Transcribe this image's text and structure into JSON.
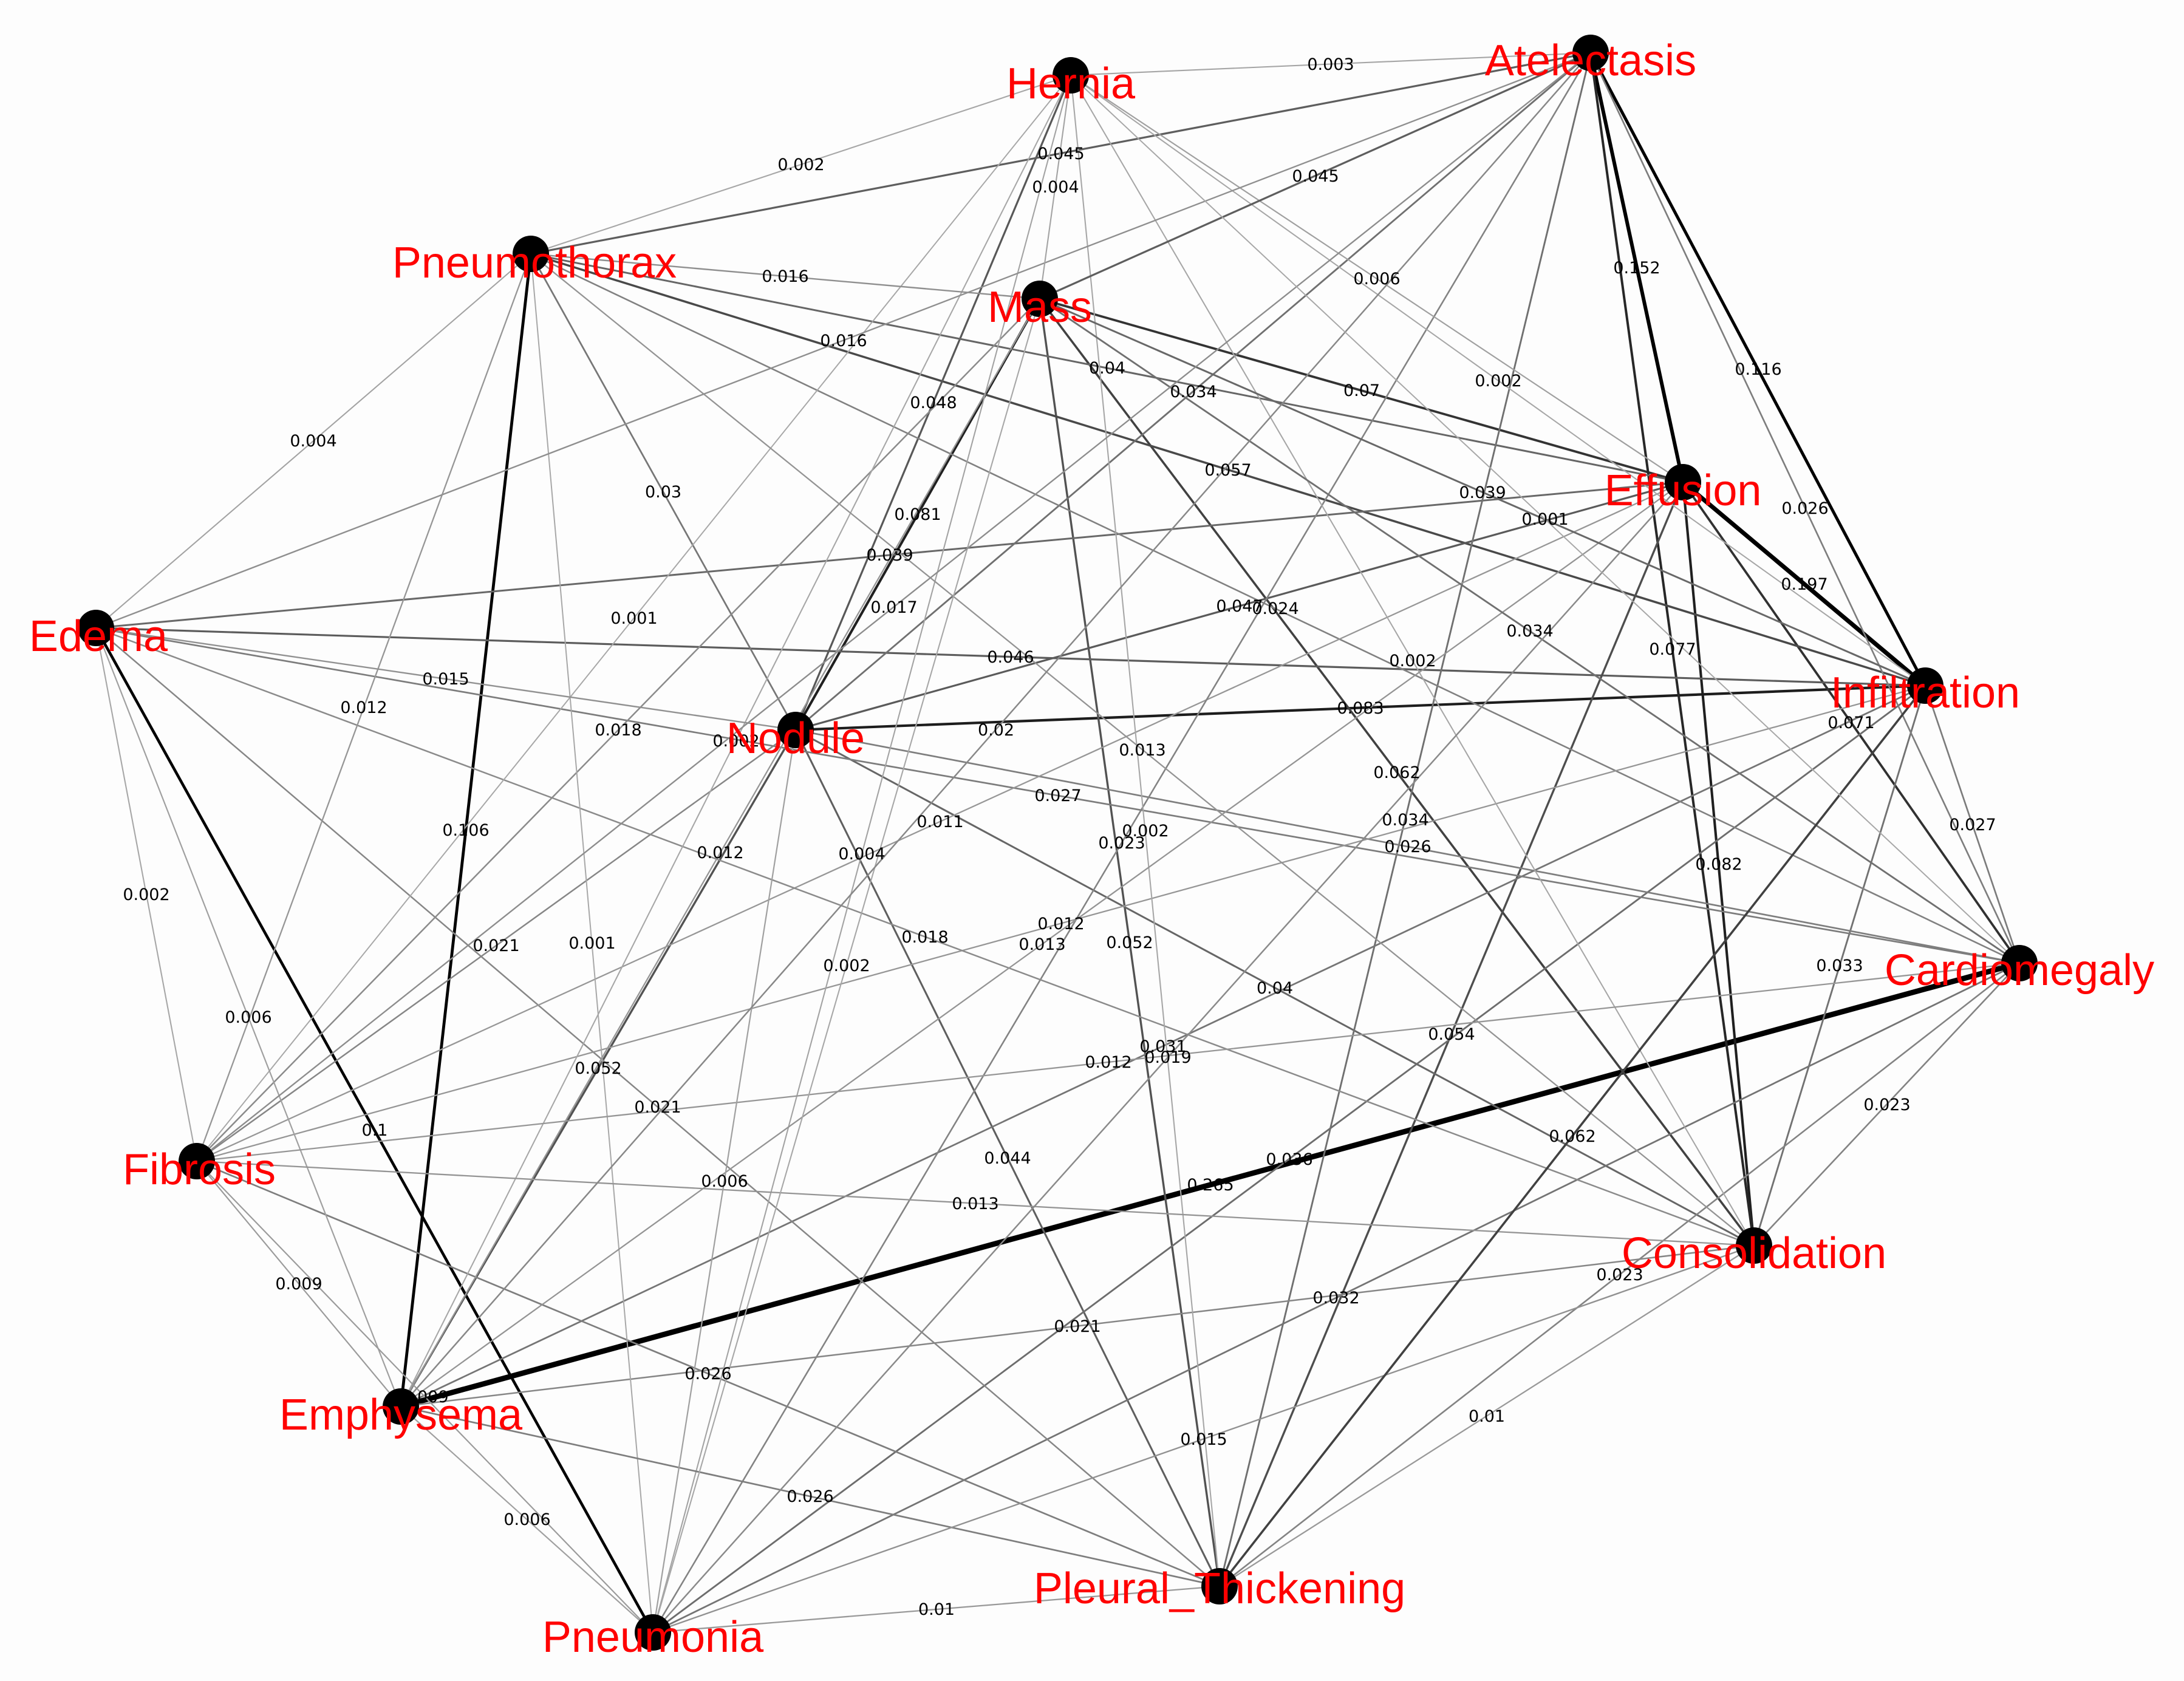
{
  "colors": {
    "background": "#fdfdfd",
    "node": "#000000",
    "label": "#ff0000",
    "edge_label": "#000000"
  },
  "nodes": [
    {
      "id": "Hernia",
      "label": "Hernia"
    },
    {
      "id": "Atelectasis",
      "label": "Atelectasis"
    },
    {
      "id": "Pneumothorax",
      "label": "Pneumothorax"
    },
    {
      "id": "Mass",
      "label": "Mass"
    },
    {
      "id": "Effusion",
      "label": "Effusion"
    },
    {
      "id": "Edema",
      "label": "Edema"
    },
    {
      "id": "Nodule",
      "label": "Nodule"
    },
    {
      "id": "Infiltration",
      "label": "Infiltration"
    },
    {
      "id": "Cardiomegaly",
      "label": "Cardiomegaly"
    },
    {
      "id": "Fibrosis",
      "label": "Fibrosis"
    },
    {
      "id": "Consolidation",
      "label": "Consolidation"
    },
    {
      "id": "Emphysema",
      "label": "Emphysema"
    },
    {
      "id": "Pleural_Thickening",
      "label": "Pleural_Thickening"
    },
    {
      "id": "Pneumonia",
      "label": "Pneumonia"
    }
  ],
  "edges": [
    {
      "source": "Cardiomegaly",
      "target": "Emphysema",
      "weight": "0.265"
    },
    {
      "source": "Effusion",
      "target": "Infiltration",
      "weight": "0.197"
    },
    {
      "source": "Atelectasis",
      "target": "Effusion",
      "weight": "0.152"
    },
    {
      "source": "Atelectasis",
      "target": "Infiltration",
      "weight": "0.116"
    },
    {
      "source": "Pneumothorax",
      "target": "Emphysema",
      "weight": "0.106"
    },
    {
      "source": "Edema",
      "target": "Pneumonia",
      "weight": "0.1"
    },
    {
      "source": "Mass",
      "target": "Nodule",
      "weight": "0.081"
    },
    {
      "source": "Effusion",
      "target": "Consolidation",
      "weight": "0.082"
    },
    {
      "source": "Infiltration",
      "target": "Nodule",
      "weight": "0.083"
    },
    {
      "source": "Mass",
      "target": "Effusion",
      "weight": "0.07"
    },
    {
      "source": "Effusion",
      "target": "Cardiomegaly",
      "weight": "0.071"
    },
    {
      "source": "Atelectasis",
      "target": "Consolidation",
      "weight": "0.077"
    },
    {
      "source": "Mass",
      "target": "Consolidation",
      "weight": "0.062"
    },
    {
      "source": "Mass",
      "target": "Pleural_Thickening",
      "weight": "0.052"
    },
    {
      "source": "Pneumothorax",
      "target": "Infiltration",
      "weight": "0.057"
    },
    {
      "source": "Hernia",
      "target": "Nodule",
      "weight": "0.048"
    },
    {
      "source": "Pneumothorax",
      "target": "Atelectasis",
      "weight": "0.045"
    },
    {
      "source": "Nodule",
      "target": "Emphysema",
      "weight": "0.052"
    },
    {
      "source": "Effusion",
      "target": "Nodule",
      "weight": "0.047"
    },
    {
      "source": "Edema",
      "target": "Infiltration",
      "weight": "0.046"
    },
    {
      "source": "Effusion",
      "target": "Pleural_Thickening",
      "weight": "0.054"
    },
    {
      "source": "Nodule",
      "target": "Pleural_Thickening",
      "weight": "0.044"
    },
    {
      "source": "Pneumothorax",
      "target": "Effusion",
      "weight": "0.04"
    },
    {
      "source": "Nodule",
      "target": "Consolidation",
      "weight": "0.04"
    },
    {
      "source": "Edema",
      "target": "Effusion",
      "weight": "0.039"
    },
    {
      "source": "Atelectasis",
      "target": "Nodule",
      "weight": "0.034"
    },
    {
      "source": "Infiltration",
      "target": "Pneumonia",
      "weight": "0.036"
    },
    {
      "source": "Infiltration",
      "target": "Consolidation",
      "weight": "0.033"
    },
    {
      "source": "Pneumothorax",
      "target": "Nodule",
      "weight": "0.03"
    },
    {
      "source": "Cardiomegaly",
      "target": "Pneumonia",
      "weight": "0.032"
    },
    {
      "source": "Atelectasis",
      "target": "Pleural_Thickening",
      "weight": "0.034"
    },
    {
      "source": "Infiltration",
      "target": "Emphysema",
      "weight": "0.031"
    },
    {
      "source": "Edema",
      "target": "Cardiomegaly",
      "weight": "0.027"
    },
    {
      "source": "Nodule",
      "target": "Cardiomegaly",
      "weight": "0.026"
    },
    {
      "source": "Infiltration",
      "target": "Cardiomegaly",
      "weight": "0.027"
    },
    {
      "source": "Atelectasis",
      "target": "Cardiomegaly",
      "weight": "0.026"
    },
    {
      "source": "Fibrosis",
      "target": "Pleural_Thickening",
      "weight": "0.026"
    },
    {
      "source": "Pneumothorax",
      "target": "Cardiomegaly",
      "weight": "0.024"
    },
    {
      "source": "Cardiomegaly",
      "target": "Pleural_Thickening",
      "weight": "0.023"
    },
    {
      "source": "Emphysema",
      "target": "Consolidation",
      "weight": "0.021"
    },
    {
      "source": "Edema",
      "target": "Pleural_Thickening",
      "weight": "0.021"
    },
    {
      "source": "Fibrosis",
      "target": "Nodule",
      "weight": "0.021"
    },
    {
      "source": "Infiltration",
      "target": "Fibrosis",
      "weight": "0.012"
    },
    {
      "source": "Effusion",
      "target": "Fibrosis",
      "weight": "0.011"
    },
    {
      "source": "Atelectasis",
      "target": "Pneumonia",
      "weight": "0.023"
    },
    {
      "source": "Mass",
      "target": "Fibrosis",
      "weight": "0.018"
    },
    {
      "source": "Edema",
      "target": "Consolidation",
      "weight": "0.018"
    },
    {
      "source": "Pneumothorax",
      "target": "Edema",
      "weight": "0.004"
    },
    {
      "source": "Hernia",
      "target": "Atelectasis",
      "weight": "0.003"
    },
    {
      "source": "Hernia",
      "target": "Pneumothorax",
      "weight": "0.002"
    },
    {
      "source": "Hernia",
      "target": "Emphysema",
      "weight": "0.002"
    },
    {
      "source": "Hernia",
      "target": "Pneumonia",
      "weight": "0.004"
    },
    {
      "source": "Hernia",
      "target": "Infiltration",
      "weight": "0.002"
    },
    {
      "source": "Hernia",
      "target": "Consolidation",
      "weight": "0.002"
    },
    {
      "source": "Hernia",
      "target": "Pleural_Thickening",
      "weight": "0.002"
    },
    {
      "source": "Hernia",
      "target": "Effusion",
      "weight": "0.006"
    },
    {
      "source": "Hernia",
      "target": "Fibrosis",
      "weight": "0.001"
    },
    {
      "source": "Pneumothorax",
      "target": "Pneumonia",
      "weight": "0.001"
    },
    {
      "source": "Pneumothorax",
      "target": "Mass",
      "weight": "0.016"
    },
    {
      "source": "Pneumothorax",
      "target": "Fibrosis",
      "weight": "0.012"
    },
    {
      "source": "Pneumothorax",
      "target": "Consolidation",
      "weight": "0.013"
    },
    {
      "source": "Edema",
      "target": "Nodule",
      "weight": "0.015"
    },
    {
      "source": "Edema",
      "target": "Fibrosis",
      "weight": "0.002"
    },
    {
      "source": "Edema",
      "target": "Emphysema",
      "weight": "0.006"
    },
    {
      "source": "Edema",
      "target": "Atelectasis",
      "weight": "0.016"
    },
    {
      "source": "Fibrosis",
      "target": "Emphysema",
      "weight": "0.009"
    },
    {
      "source": "Fibrosis",
      "target": "Pneumonia",
      "weight": "0.009"
    },
    {
      "source": "Fibrosis",
      "target": "Consolidation",
      "weight": "0.013"
    },
    {
      "source": "Fibrosis",
      "target": "Cardiomegaly",
      "weight": "0.012"
    },
    {
      "source": "Emphysema",
      "target": "Pneumonia",
      "weight": "0.006"
    },
    {
      "source": "Emphysema",
      "target": "Pleural_Thickening",
      "weight": "0.026"
    },
    {
      "source": "Emphysema",
      "target": "Effusion",
      "weight": "0.013"
    },
    {
      "source": "Pneumonia",
      "target": "Pleural_Thickening",
      "weight": "0.01"
    },
    {
      "source": "Pneumonia",
      "target": "Nodule",
      "weight": "0.006"
    },
    {
      "source": "Pneumonia",
      "target": "Mass",
      "weight": "0.002"
    },
    {
      "source": "Pneumonia",
      "target": "Consolidation",
      "weight": "0.015"
    },
    {
      "source": "Pleural_Thickening",
      "target": "Consolidation",
      "weight": "0.01"
    },
    {
      "source": "Mass",
      "target": "Cardiomegaly",
      "weight": "0.034"
    },
    {
      "source": "Mass",
      "target": "Atelectasis",
      "weight": "0.045"
    },
    {
      "source": "Mass",
      "target": "Infiltration",
      "weight": "0.039"
    },
    {
      "source": "Atelectasis",
      "target": "Fibrosis",
      "weight": "0.017"
    },
    {
      "source": "Atelectasis",
      "target": "Emphysema",
      "weight": "0.02"
    },
    {
      "source": "Effusion",
      "target": "Pneumonia",
      "weight": "0.019"
    },
    {
      "source": "Cardiomegaly",
      "target": "Consolidation",
      "weight": "0.023"
    },
    {
      "source": "Infiltration",
      "target": "Pleural_Thickening",
      "weight": "0.062"
    },
    {
      "source": "Mass",
      "target": "Emphysema",
      "weight": "0.012"
    },
    {
      "source": "Hernia",
      "target": "Mass",
      "weight": "0.004"
    },
    {
      "source": "Hernia",
      "target": "Cardiomegaly",
      "weight": "0.001"
    }
  ]
}
